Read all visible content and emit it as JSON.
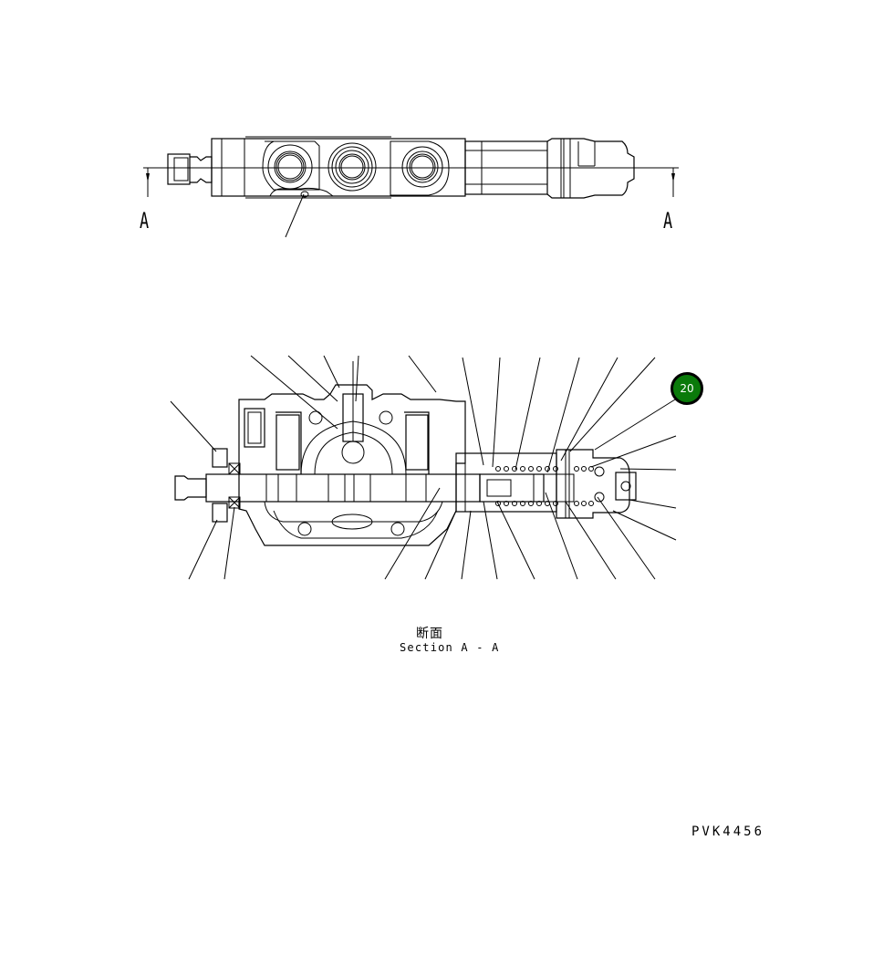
{
  "diagram": {
    "type": "parts-section-drawing",
    "top_view": {
      "section_marks": [
        {
          "letter": "A",
          "side": "left"
        },
        {
          "letter": "A",
          "side": "right"
        }
      ]
    },
    "section_view": {
      "caption_jp": "断面",
      "caption_en": "Section A - A",
      "callout_badge": {
        "number": "20",
        "color": "#0a7a0a",
        "border_color": "#000000"
      }
    },
    "drawing_id": "PVK4456"
  }
}
